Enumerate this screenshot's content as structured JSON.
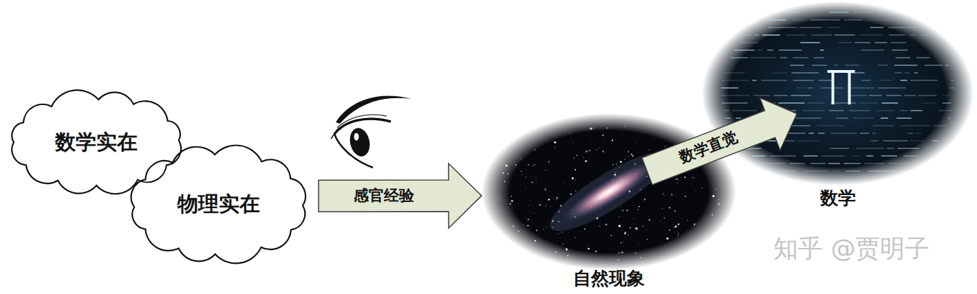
{
  "diagram": {
    "nodes": [
      {
        "text": [
          "数学实在"
        ]
      },
      {
        "text": [
          "物理实在"
        ]
      },
      {
        "text": [
          "自然现象"
        ]
      },
      {
        "text": [
          "数学"
        ]
      }
    ],
    "edges": [
      {
        "from": 1,
        "to": 2,
        "arrow": "to",
        "label": "感官经验"
      },
      {
        "from": 2,
        "to": 3,
        "arrow": "to",
        "label": "数学直觉"
      }
    ],
    "labels": [
      "知乎 @贾明子"
    ]
  }
}
